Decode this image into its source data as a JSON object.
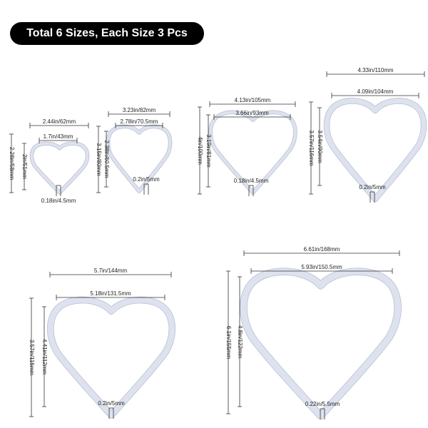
{
  "banner": {
    "text": "Total 6 Sizes, Each Size 3 Pcs"
  },
  "colors": {
    "ring_stroke": "#dde2ee",
    "ring_edge": "#b8c0d2",
    "banner_bg": "#000000",
    "banner_text": "#ffffff"
  },
  "products": [
    {
      "name": "heart-1",
      "outer_width": "2.44in/62mm",
      "inner_width": "1.7in/43mm",
      "outer_height": "2.28in/58mm",
      "inner_height": "2in/51mm",
      "thickness": "0.18in/4.5mm"
    },
    {
      "name": "heart-2",
      "outer_width": "3.23in/82mm",
      "inner_width": "2.78in/70.5mm",
      "outer_height": "3.15in/80mm",
      "inner_height": "2.38in/60.5mm",
      "thickness": "0.2in/5mm"
    },
    {
      "name": "heart-3",
      "outer_width": "4.13in/105mm",
      "inner_width": "3.66in/93mm",
      "outer_height": "4in/100mm",
      "inner_height": "3.19in/81mm",
      "thickness": "0.18in/4.5mm"
    },
    {
      "name": "heart-4",
      "outer_width": "4.33in/110mm",
      "inner_width": "4.09in/104mm",
      "outer_height": "3.57in/116mm",
      "inner_height": "3.54in/90mm",
      "thickness": "0.2in/5mm"
    },
    {
      "name": "heart-5",
      "outer_width": "5.7in/144mm",
      "inner_width": "5.18in/131.5mm",
      "outer_height": "3.57in/116mm",
      "inner_height": "4.41in/112mm",
      "thickness": "0.2in/5mm"
    },
    {
      "name": "heart-6",
      "outer_width": "6.61in/168mm",
      "inner_width": "5.93in/150.5mm",
      "outer_height": "6.1in/155mm",
      "inner_height": "4.8in/122mm",
      "thickness": "0.22in/5.5mm"
    }
  ]
}
